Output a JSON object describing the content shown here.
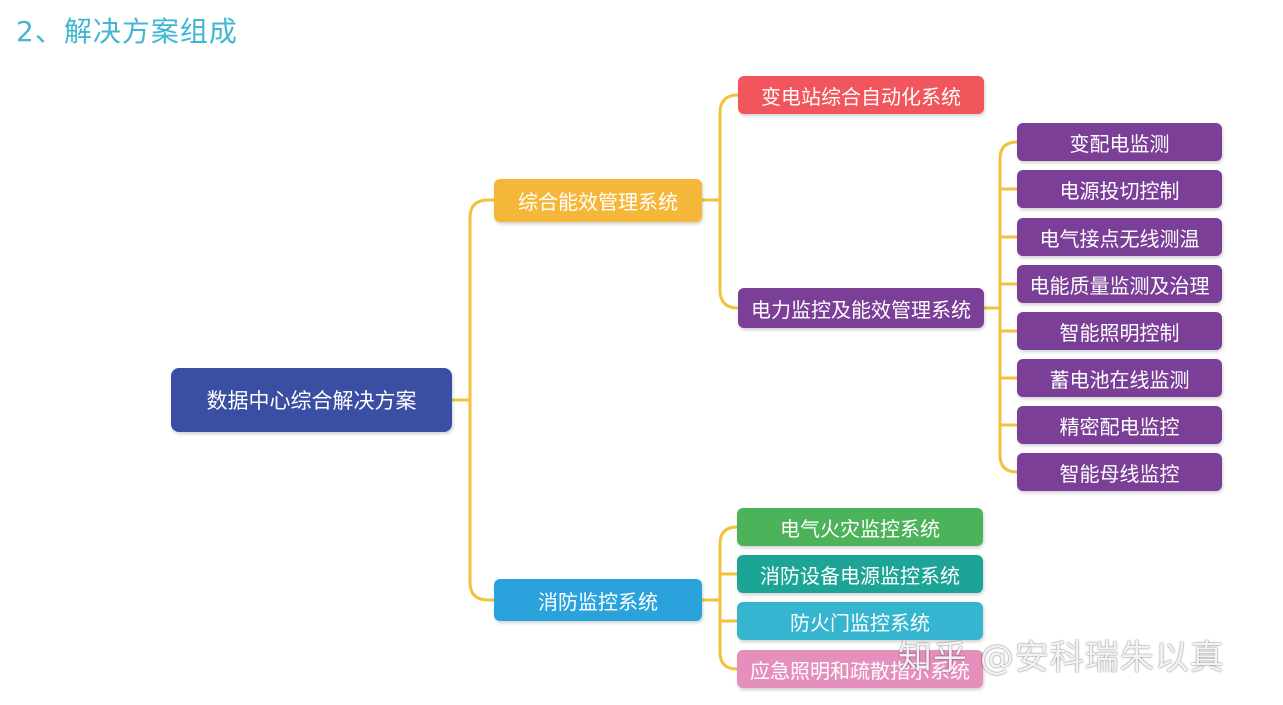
{
  "heading": "2、解决方案组成",
  "colors": {
    "root": "#3a4ea4",
    "energy": "#f4b73a",
    "substation": "#f0565b",
    "power": "#7b3f98",
    "leaf": "#7b3f98",
    "fire": "#2aa3dc",
    "electrical_fire": "#4cb35a",
    "fire_power": "#1ca596",
    "fire_door": "#35b5cf",
    "emergency": "#e58fbd",
    "line": "#f4c23a"
  },
  "root": "数据中心综合解决方案",
  "branches": {
    "energy": {
      "label": "综合能效管理系统",
      "children": {
        "substation": "变电站综合自动化系统",
        "power": {
          "label": "电力监控及能效管理系统",
          "items": [
            "变配电监测",
            "电源投切控制",
            "电气接点无线测温",
            "电能质量监测及治理",
            "智能照明控制",
            "蓄电池在线监测",
            "精密配电监控",
            "智能母线监控"
          ]
        }
      }
    },
    "fire": {
      "label": "消防监控系统",
      "items": [
        "电气火灾监控系统",
        "消防设备电源监控系统",
        "防火门监控系统",
        "应急照明和疏散指示系统"
      ]
    }
  },
  "watermark": "知乎 @安科瑞朱以真"
}
